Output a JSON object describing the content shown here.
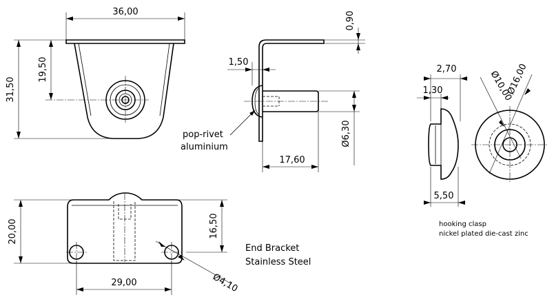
{
  "dimensions": {
    "front_width": "36,00",
    "front_height": "31,50",
    "front_hole_height": "19,50",
    "side_sheet_thickness": "0,90",
    "side_head": "1,50",
    "side_rivet_diameter": "Ø6,30",
    "side_rivet_length": "17,60",
    "top_height": "20,00",
    "top_height_inner": "16,50",
    "top_hole_spacing": "29,00",
    "top_hole_diameter": "Ø4,10",
    "clasp_width": "2,70",
    "clasp_lip": "1,30",
    "clasp_depth": "5,50",
    "clasp_inner_diameter": "Ø10,00",
    "clasp_outer_diameter": "Ø16,00"
  },
  "labels": {
    "rivet_line1": "pop-rivet",
    "rivet_line2": "aluminium",
    "bracket_line1": "End Bracket",
    "bracket_line2": "Stainless Steel",
    "clasp_line1": "hooking clasp",
    "clasp_line2": "nickel plated die-cast zinc"
  }
}
